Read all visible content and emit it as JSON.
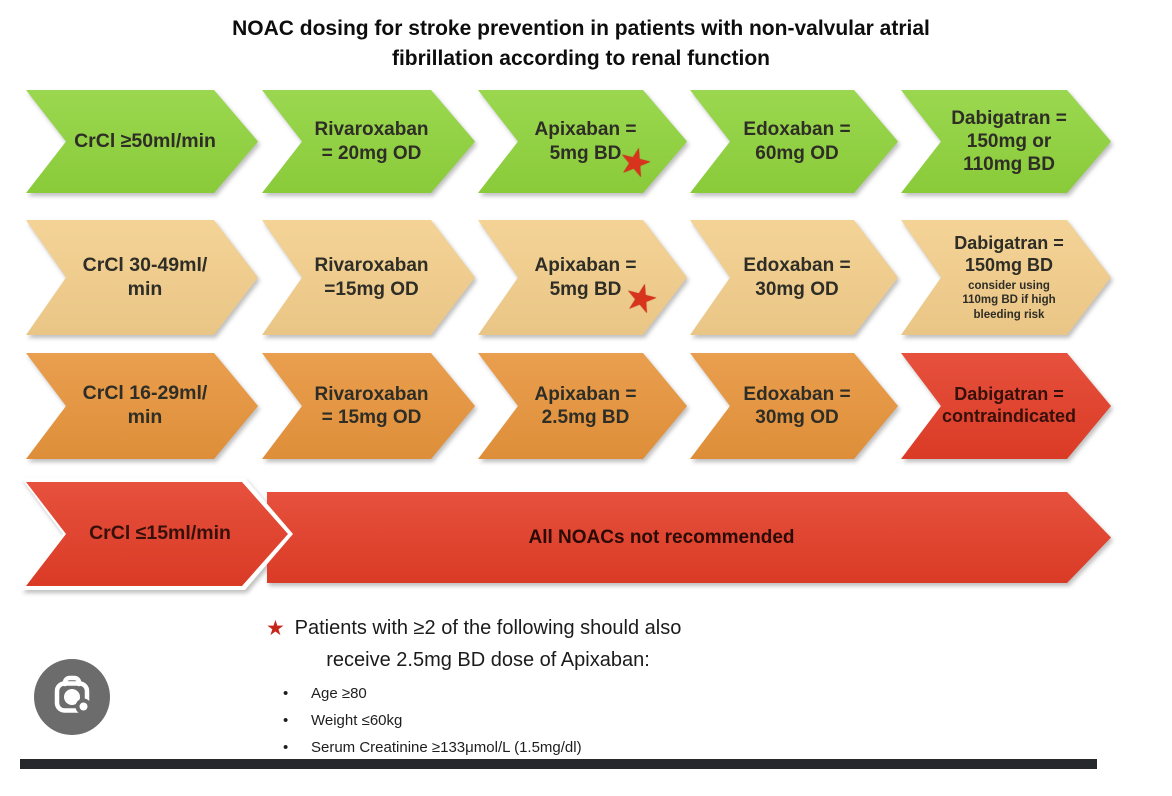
{
  "title": "NOAC dosing for stroke prevention in patients with non-valvular atrial\nfibrillation according to renal function",
  "rows": [
    {
      "crcl": "CrCl ≥50ml/min",
      "color": "#8FD33C",
      "cells": [
        {
          "drug": "Rivaroxaban\n= 20mg OD"
        },
        {
          "drug": "Apixaban =\n5mg BD",
          "star": "★"
        },
        {
          "drug": "Edoxaban =\n60mg OD"
        },
        {
          "drug": "Dabigatran =\n150mg or\n110mg BD"
        }
      ]
    },
    {
      "crcl": "CrCl 30-49ml/\nmin",
      "color": "#F3CE8B",
      "cells": [
        {
          "drug": "Rivaroxaban\n=15mg OD"
        },
        {
          "drug": "Apixaban =\n5mg BD",
          "star": "★"
        },
        {
          "drug": "Edoxaban =\n30mg OD"
        },
        {
          "drug": "Dabigatran =\n150mg BD",
          "note": "consider using\n110mg BD if high\nbleeding risk"
        }
      ]
    },
    {
      "crcl": "CrCl 16-29ml/\nmin",
      "color": "#E7943B",
      "cells": [
        {
          "drug": "Rivaroxaban\n= 15mg OD"
        },
        {
          "drug": "Apixaban =\n2.5mg BD"
        },
        {
          "drug": "Edoxaban =\n30mg OD"
        },
        {
          "drug": "Dabigatran =\ncontraindicated",
          "highlight_color": "#E33D27"
        }
      ]
    },
    {
      "crcl": "CrCl ≤15ml/min",
      "color": "#E33D27",
      "banner": "All NOACs not recommended"
    }
  ],
  "footnote": {
    "star": "★",
    "heading": "Patients with ≥2 of the following should also\nreceive 2.5mg BD dose of Apixaban:",
    "bullets": [
      "Age ≥80",
      "Weight ≤60kg",
      "Serum Creatinine ≥133μmol/L (1.5mg/dl)"
    ]
  },
  "lens_button": {
    "icon": "google-lens-camera-icon"
  },
  "colors": {
    "green": "#8FD33C",
    "tan": "#F3CE8B",
    "orange": "#E7943B",
    "red": "#E33D27",
    "star_red": "#D8341D",
    "icon_gray": "#6C6C6C",
    "bottom_bar": "#26282B"
  }
}
